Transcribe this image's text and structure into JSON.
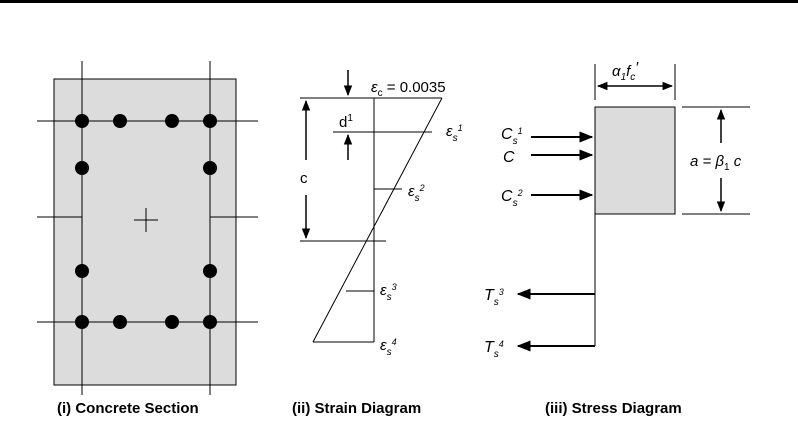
{
  "captions": {
    "section": "(i) Concrete Section",
    "strain": "(ii) Strain Diagram",
    "stress": "(iii) Stress Diagram"
  },
  "strain_labels": {
    "eps_c_symbol": "ε",
    "eps_c_sub": "c",
    "eps_c_value": " = 0.0035",
    "d1_main": "d",
    "d1_sup": "1",
    "c": "c",
    "eps_s1_main": "ε",
    "eps_s1_sub": "s",
    "eps_s1_sup": "1",
    "eps_s2_main": "ε",
    "eps_s2_sub": "s",
    "eps_s2_sup": "2",
    "eps_s3_main": "ε",
    "eps_s3_sub": "s",
    "eps_s3_sup": "3",
    "eps_s4_main": "ε",
    "eps_s4_sub": "s",
    "eps_s4_sup": "4"
  },
  "stress_labels": {
    "alpha_main": "α",
    "alpha_sub": "1",
    "fc_main": "f",
    "fc_sub": "c",
    "fc_prime": "′",
    "a_prefix": "a = ",
    "beta_main": "β",
    "beta_sub": "1",
    "a_suffix": " c",
    "cs1_main": "C",
    "cs1_sub": "s",
    "cs1_sup": "1",
    "c_label": "C",
    "cs2_main": "C",
    "cs2_sub": "s",
    "cs2_sup": "2",
    "ts3_main": "T",
    "ts3_sub": "s",
    "ts3_sup": "3",
    "ts4_main": "T",
    "ts4_sub": "s",
    "ts4_sup": "4"
  },
  "colors": {
    "section_fill": "#dcdcdc",
    "stress_block_fill": "#dcdcdc",
    "line": "#000000",
    "top_rule": "#000000"
  }
}
